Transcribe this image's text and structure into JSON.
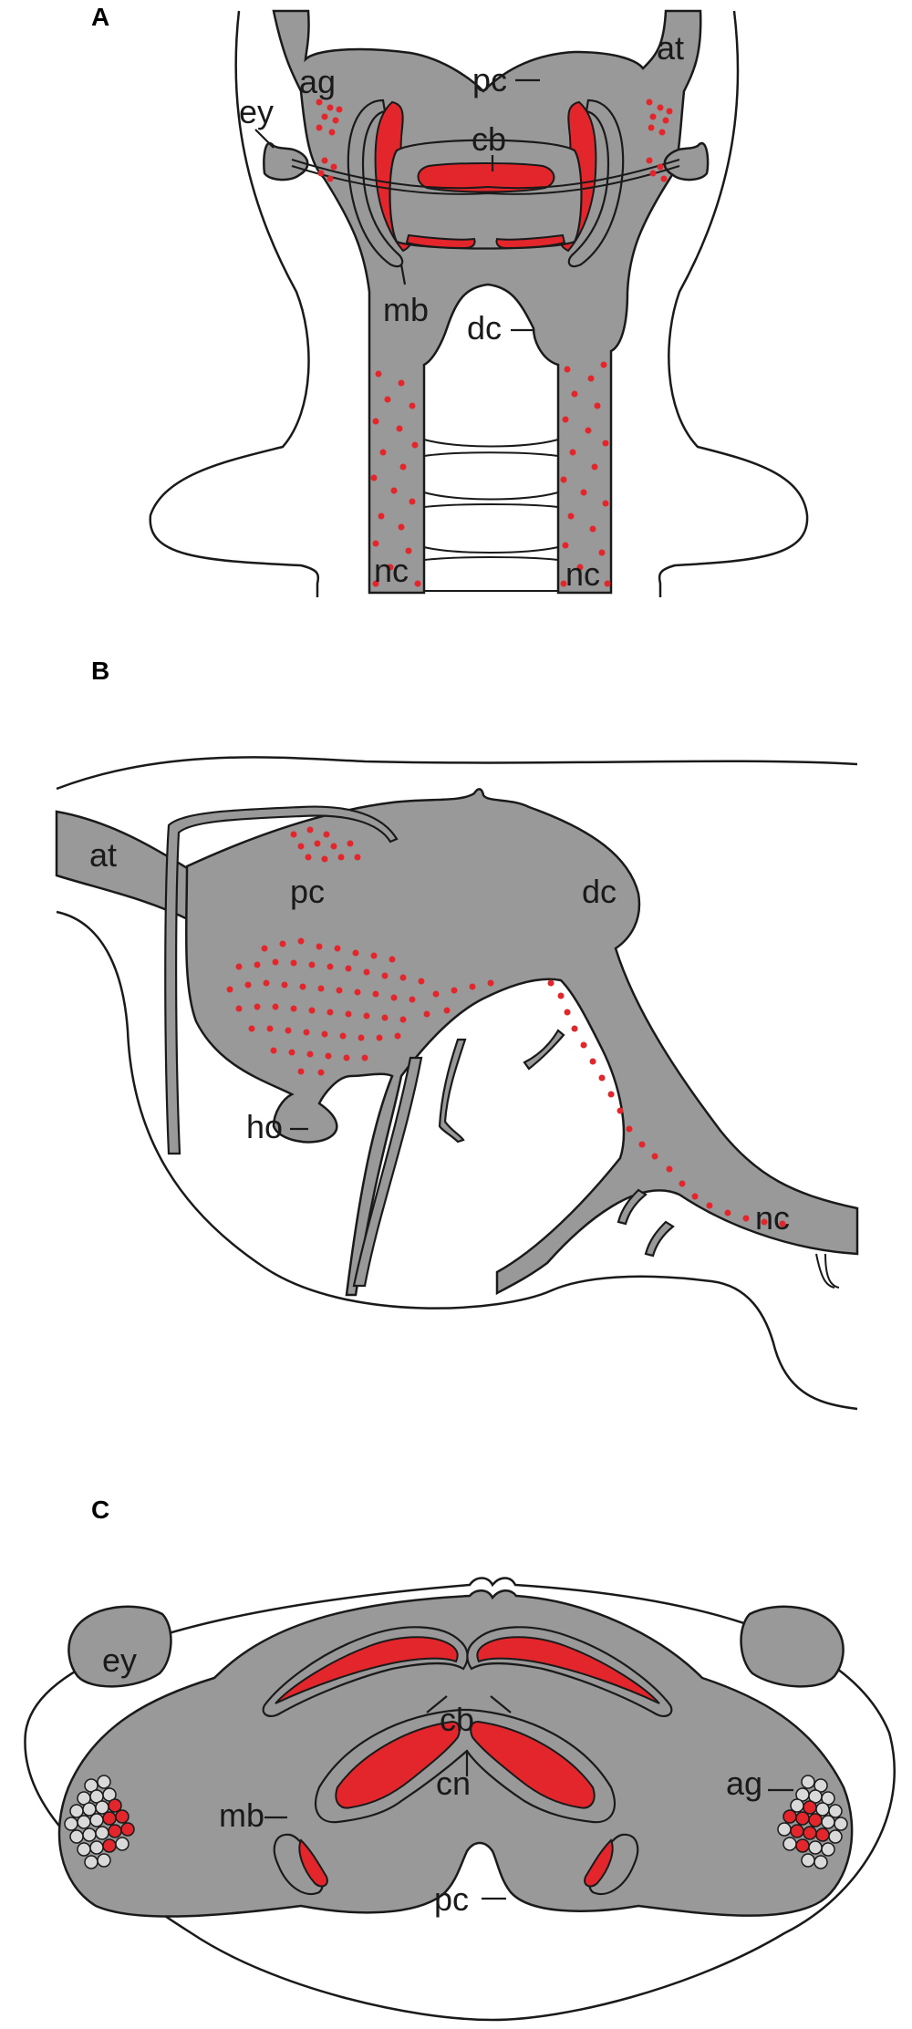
{
  "colors": {
    "tissue": "#999999",
    "highlight": "#e3262b",
    "line": "#1a1a1a",
    "background": "#ffffff"
  },
  "panels": [
    {
      "letter": "A",
      "labels": {
        "ag": "ag",
        "pc": "pc",
        "at": "at",
        "ey": "ey",
        "cb": "cb",
        "mb": "mb",
        "dc": "dc",
        "nc_left": "nc",
        "nc_right": "nc"
      }
    },
    {
      "letter": "B",
      "labels": {
        "at": "at",
        "pc": "pc",
        "dc": "dc",
        "ho": "ho",
        "nc": "nc"
      }
    },
    {
      "letter": "C",
      "labels": {
        "ey": "ey",
        "cb": "cb",
        "cn": "cn",
        "ag": "ag",
        "mb": "mb",
        "pc": "pc"
      }
    }
  ]
}
